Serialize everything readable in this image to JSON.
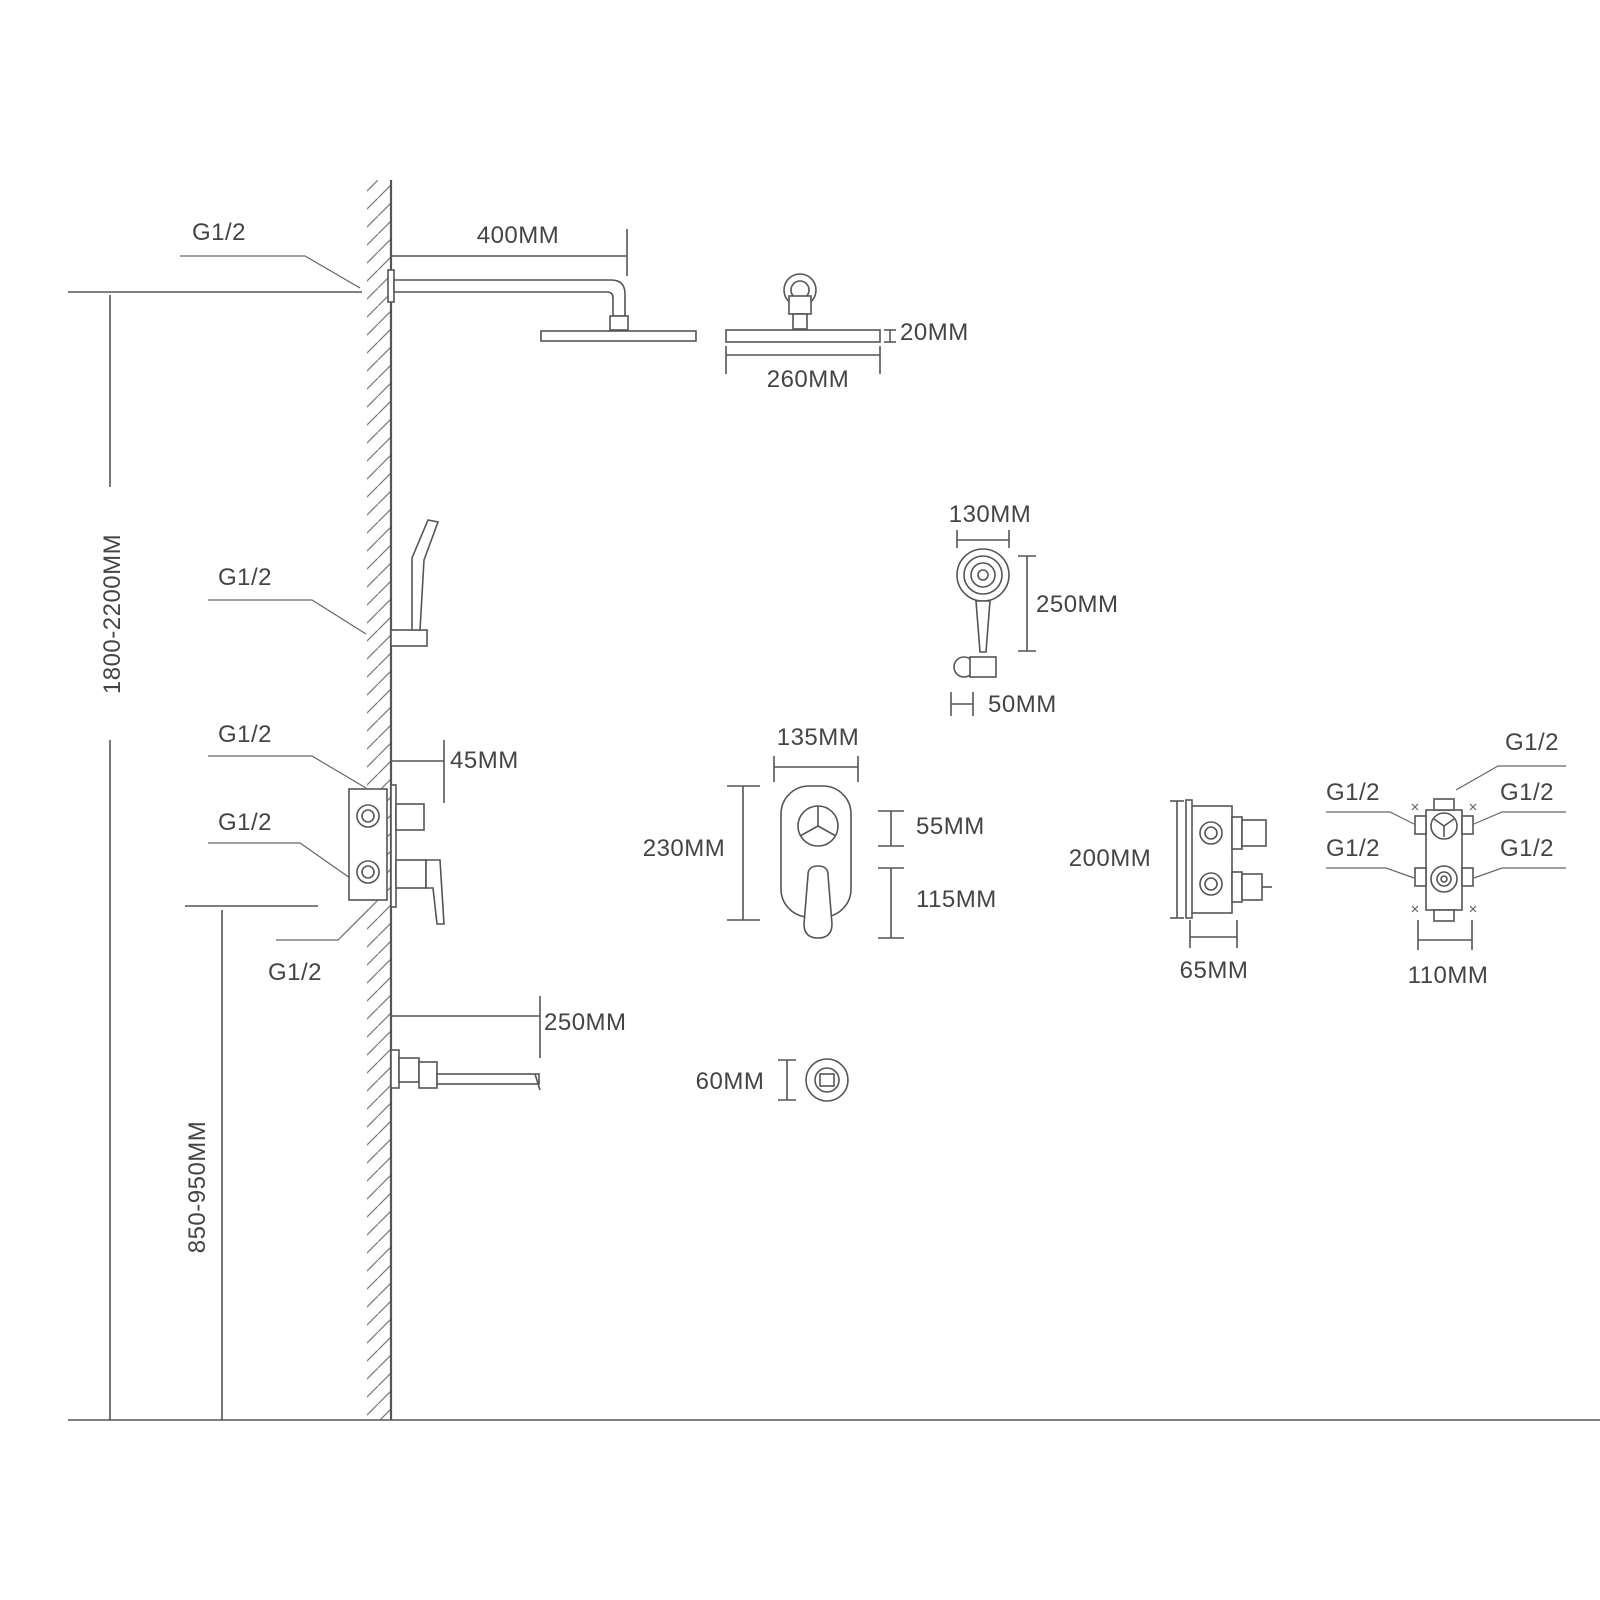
{
  "labels": {
    "g_shower_arm": "G1/2",
    "g_hand_holder": "G1/2",
    "g_valve_top": "G1/2",
    "g_valve_bottom": "G1/2",
    "g_valve_below": "G1/2",
    "g_body_top_center": "G1/2",
    "g_body_top_left": "G1/2",
    "g_body_top_right": "G1/2",
    "g_body_bottom_left": "G1/2",
    "g_body_bottom_right": "G1/2"
  },
  "dimensions": {
    "arm_length": "400MM",
    "head_thickness": "20MM",
    "head_diameter": "260MM",
    "handshower_width": "130MM",
    "handshower_length": "250MM",
    "holder_width": "50MM",
    "valve_depth": "45MM",
    "plate_width": "135MM",
    "plate_height": "230MM",
    "diverter_knob": "55MM",
    "lever_height": "115MM",
    "body_height": "200MM",
    "body_depth": "65MM",
    "body_width": "110MM",
    "spout_length": "250MM",
    "spout_rosette": "60MM",
    "overhead_height": "1800-2200MM",
    "mixer_height": "850-950MM"
  },
  "colors": {
    "line": "#555555",
    "text": "#444444",
    "background": "#ffffff"
  }
}
